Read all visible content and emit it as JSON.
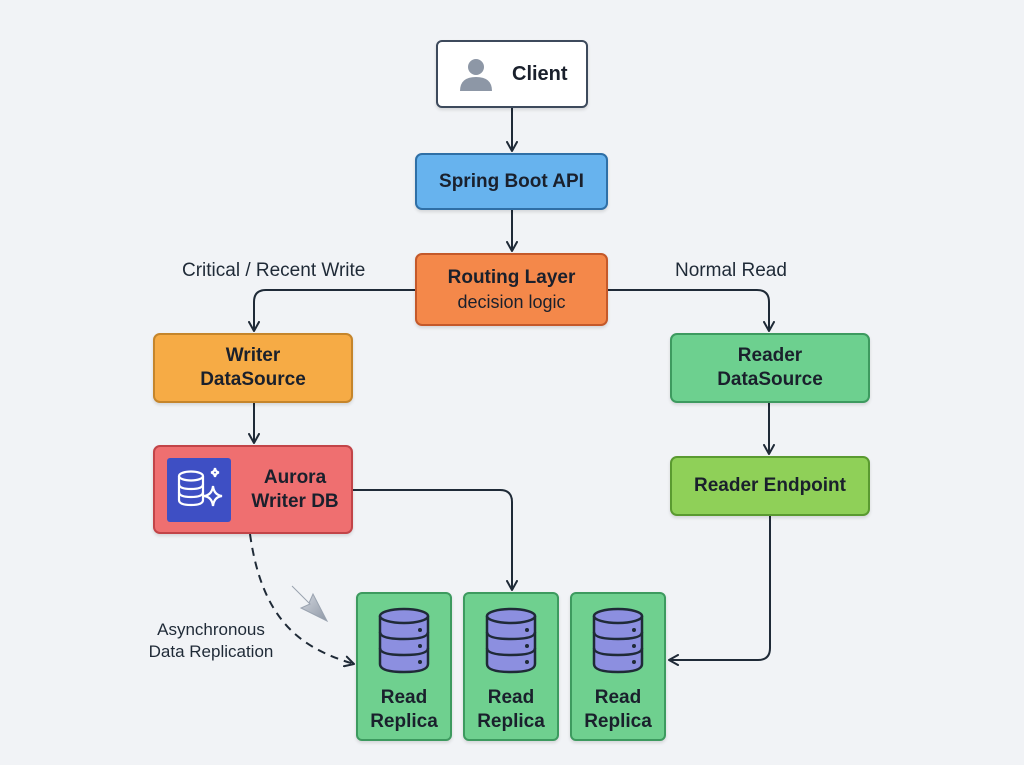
{
  "nodes": {
    "client": {
      "label": "Client",
      "icon": "user-icon"
    },
    "spring_boot_api": {
      "label": "Spring Boot API"
    },
    "routing_layer": {
      "label": "Routing Layer",
      "sublabel": "decision logic"
    },
    "writer_datasource": {
      "line1": "Writer",
      "line2": "DataSource"
    },
    "reader_datasource": {
      "line1": "Reader",
      "line2": "DataSource"
    },
    "aurora_writer_db": {
      "line1": "Aurora",
      "line2": "Writer DB",
      "icon": "aurora-database-icon"
    },
    "reader_endpoint": {
      "label": "Reader Endpoint"
    },
    "read_replicas": [
      {
        "line1": "Read",
        "line2": "Replica",
        "icon": "database-cylinder-icon"
      },
      {
        "line1": "Read",
        "line2": "Replica",
        "icon": "database-cylinder-icon"
      },
      {
        "line1": "Read",
        "line2": "Replica",
        "icon": "database-cylinder-icon"
      }
    ]
  },
  "edge_labels": {
    "critical_write": "Critical / Recent Write",
    "normal_read": "Normal Read",
    "async_replication_line1": "Asynchronous",
    "async_replication_line2": "Data Replication"
  },
  "colors": {
    "background": "#f1f3f6",
    "client": "#ffffff",
    "spring_boot_api": "#67b3ee",
    "routing_layer": "#f4884a",
    "writer_datasource": "#f6ab45",
    "aurora_writer_db": "#ef6f70",
    "reader_datasource": "#6dd08f",
    "reader_endpoint": "#8fd058",
    "read_replica": "#6fd08f",
    "connector": "#1f2a37",
    "db_icon_fill": "#8c8fe0"
  }
}
